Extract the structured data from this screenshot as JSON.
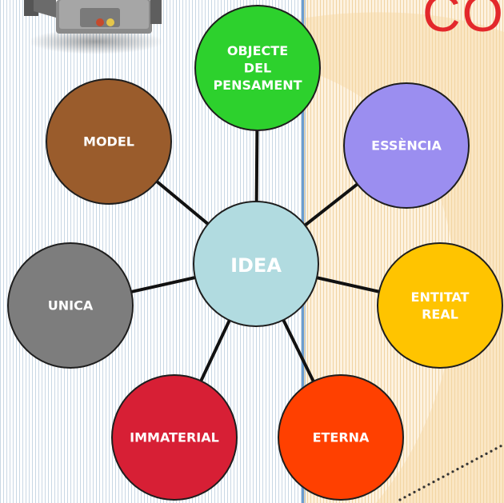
{
  "title_fragment": "CO",
  "diagram": {
    "center": {
      "label": "IDEA",
      "color": "#b1dbe0"
    },
    "nodes": [
      {
        "id": "objecte-del-pensament",
        "lines": [
          "OBJECTE",
          "DEL",
          "PENSAMENT"
        ],
        "color": "#2dd12d"
      },
      {
        "id": "essencia",
        "lines": [
          "ESSÈNCIA"
        ],
        "color": "#9b8ef0"
      },
      {
        "id": "entitat-real",
        "lines": [
          "ENTITAT",
          "REAL"
        ],
        "color": "#ffc400"
      },
      {
        "id": "eterna",
        "lines": [
          "ETERNA"
        ],
        "color": "#ff4000"
      },
      {
        "id": "immaterial",
        "lines": [
          "IMMATERIAL"
        ],
        "color": "#d71f35"
      },
      {
        "id": "unica",
        "lines": [
          "UNICA"
        ],
        "color": "#7d7d7d"
      },
      {
        "id": "model",
        "lines": [
          "MODEL"
        ],
        "color": "#9a5c2c"
      }
    ]
  },
  "colors": {
    "stripe_left": "#c9d7e4",
    "stripe_right": "#f2d9ad",
    "divider": "#6a9dd0",
    "dots": "#333333"
  },
  "icons": {
    "camera": "camera-icon"
  }
}
